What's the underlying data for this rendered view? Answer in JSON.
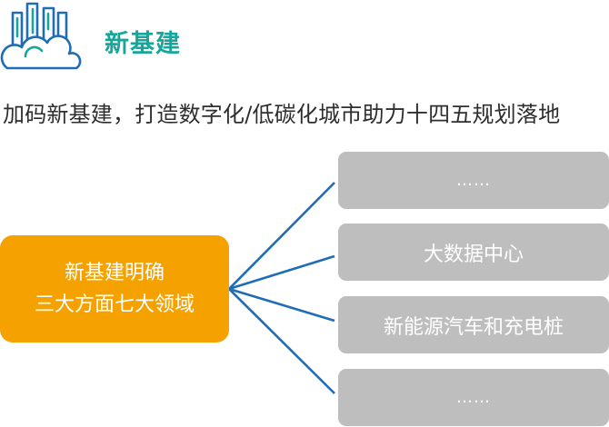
{
  "header": {
    "title": "新基建",
    "icon": "city-cloud-icon",
    "accent_color": "#17a69b"
  },
  "subtitle": "加码新基建，打造数字化/低碳化城市助力十四五规划落地",
  "main_node": {
    "line1": "新基建明确",
    "line2": "三大方面七大领域",
    "color": "#f5a100"
  },
  "branches": [
    {
      "label": "……"
    },
    {
      "label": "大数据中心"
    },
    {
      "label": "新能源汽车和充电桩"
    },
    {
      "label": "……"
    }
  ],
  "branch_color": "#bebebe",
  "connector_color": "#1f6db5"
}
